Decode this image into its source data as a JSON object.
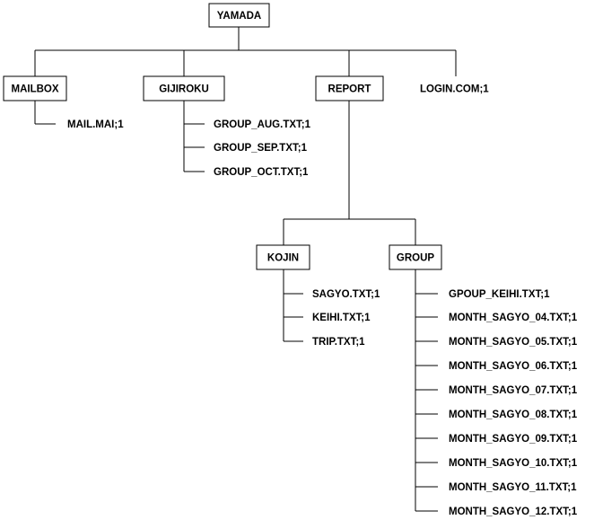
{
  "colors": {
    "background": "#ffffff",
    "stroke": "#000000",
    "text": "#000000"
  },
  "root": {
    "label": "YAMADA"
  },
  "directories": {
    "mailbox": {
      "label": "MAILBOX",
      "files": [
        "MAIL.MAI;1"
      ]
    },
    "gijiroku": {
      "label": "GIJIROKU",
      "files": [
        "GROUP_AUG.TXT;1",
        "GROUP_SEP.TXT;1",
        "GROUP_OCT.TXT;1"
      ]
    },
    "report": {
      "label": "REPORT"
    },
    "kojin": {
      "label": "KOJIN",
      "files": [
        "SAGYO.TXT;1",
        "KEIHI.TXT;1",
        "TRIP.TXT;1"
      ]
    },
    "group": {
      "label": "GROUP",
      "files": [
        "GPOUP_KEIHI.TXT;1",
        "MONTH_SAGYO_04.TXT;1",
        "MONTH_SAGYO_05.TXT;1",
        "MONTH_SAGYO_06.TXT;1",
        "MONTH_SAGYO_07.TXT;1",
        "MONTH_SAGYO_08.TXT;1",
        "MONTH_SAGYO_09.TXT;1",
        "MONTH_SAGYO_10.TXT;1",
        "MONTH_SAGYO_11.TXT;1",
        "MONTH_SAGYO_12.TXT;1"
      ]
    }
  },
  "root_files": [
    "LOGIN.COM;1"
  ]
}
